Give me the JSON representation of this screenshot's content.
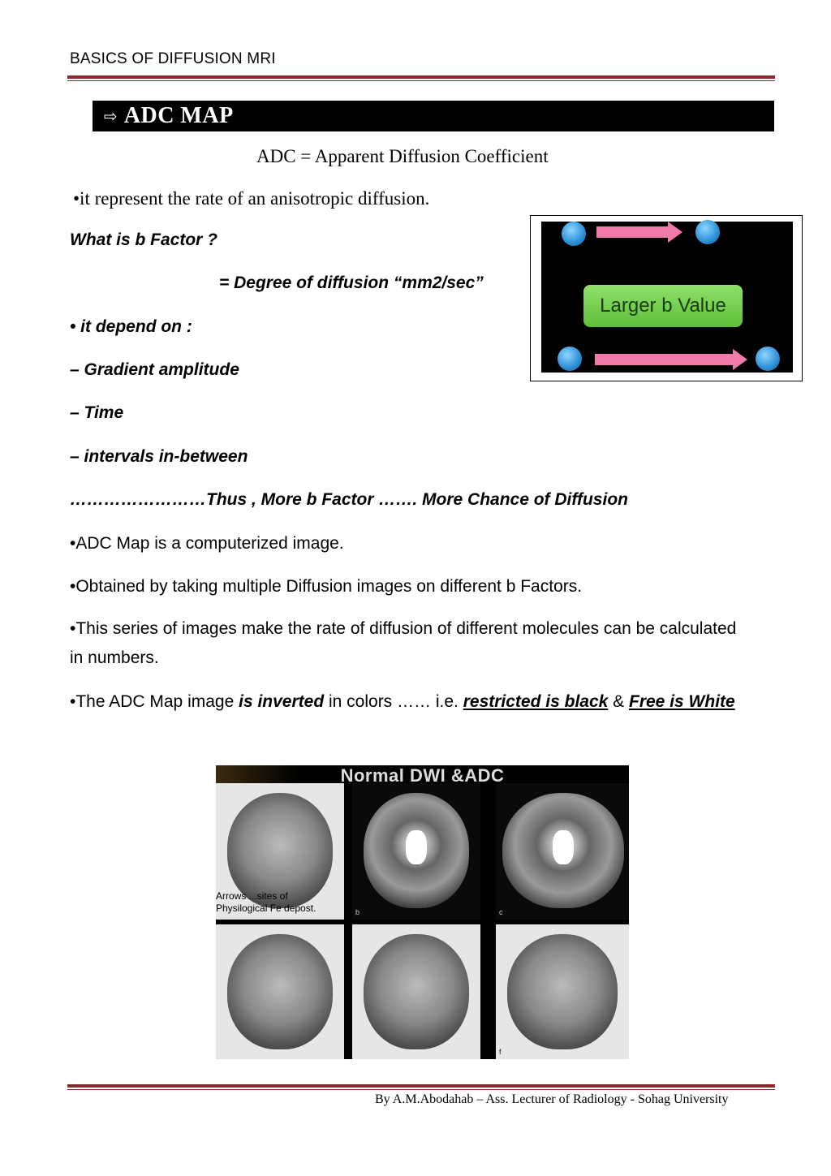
{
  "header": {
    "title": "BASICS OF DIFFUSION MRI"
  },
  "section": {
    "arrow_glyph": "⇨",
    "title": "ADC MAP"
  },
  "definition": "ADC = Apparent Diffusion Coefficient",
  "bullet_rate": "•it represent the rate of an anisotropic diffusion.",
  "b_factor": {
    "question": "What is b Factor ?",
    "answer": "= Degree of diffusion “mm2/sec”",
    "depend_on": "• it depend on :",
    "items": [
      "– Gradient amplitude",
      "– Time",
      "– intervals in-between"
    ],
    "thus": "……………………Thus , More b Factor ……. More Chance of Diffusion"
  },
  "figure_b_value": {
    "button_label": "Larger b Value"
  },
  "bullets": {
    "computerized": "•ADC Map is a computerized image.",
    "obtained": "•Obtained by taking multiple Diffusion images on different b Factors.",
    "series": "•This series of images make the rate of diffusion of different molecules can be calculated in numbers.",
    "inverted_prefix": "•The ADC Map image ",
    "inverted_bold": "is inverted",
    "inverted_mid": " in colors …… i.e. ",
    "restricted": "restricted is black",
    "amp": " & ",
    "free": "Free is White"
  },
  "figure_dwi": {
    "title": "Normal DWI   &ADC",
    "caption_line1": "Arrows ...sites of",
    "caption_line2": "Physilogical Fe depost.",
    "panel_labels": [
      "b",
      "c",
      "",
      "",
      "f"
    ]
  },
  "footer": {
    "text": "By A.M.Abodahab – Ass. Lecturer of Radiology - Sohag University"
  }
}
